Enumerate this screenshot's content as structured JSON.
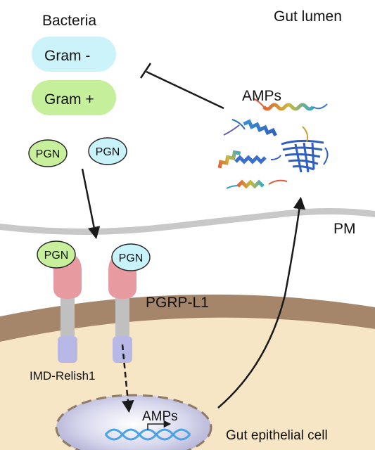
{
  "labels": {
    "bacteria": "Bacteria",
    "gut_lumen": "Gut lumen",
    "gram_neg": "Gram -",
    "gram_pos": "Gram +",
    "pgn": "PGN",
    "amps_top": "AMPs",
    "pm": "PM",
    "pgrp": "PGRP-L1",
    "imd": "IMD-Relish1",
    "amps_nucleus": "AMPs",
    "gut_cell": "Gut epithelial cell"
  },
  "colors": {
    "gram_neg_fill": "#ccf3fa",
    "gram_pos_fill": "#c6ef9c",
    "pgn_green": "#c8ef9c",
    "pgn_blue": "#c8f3fb",
    "receptor_head": "#e79aa0",
    "receptor_stalk": "#c0c0c0",
    "receptor_base": "#b8b8e6",
    "membrane_brown": "#a6866b",
    "cytoplasm": "#f7e6c5",
    "nucleus": "#c4c4df",
    "dna": "#4aa3e8",
    "pm_line": "#c8c8c8"
  }
}
